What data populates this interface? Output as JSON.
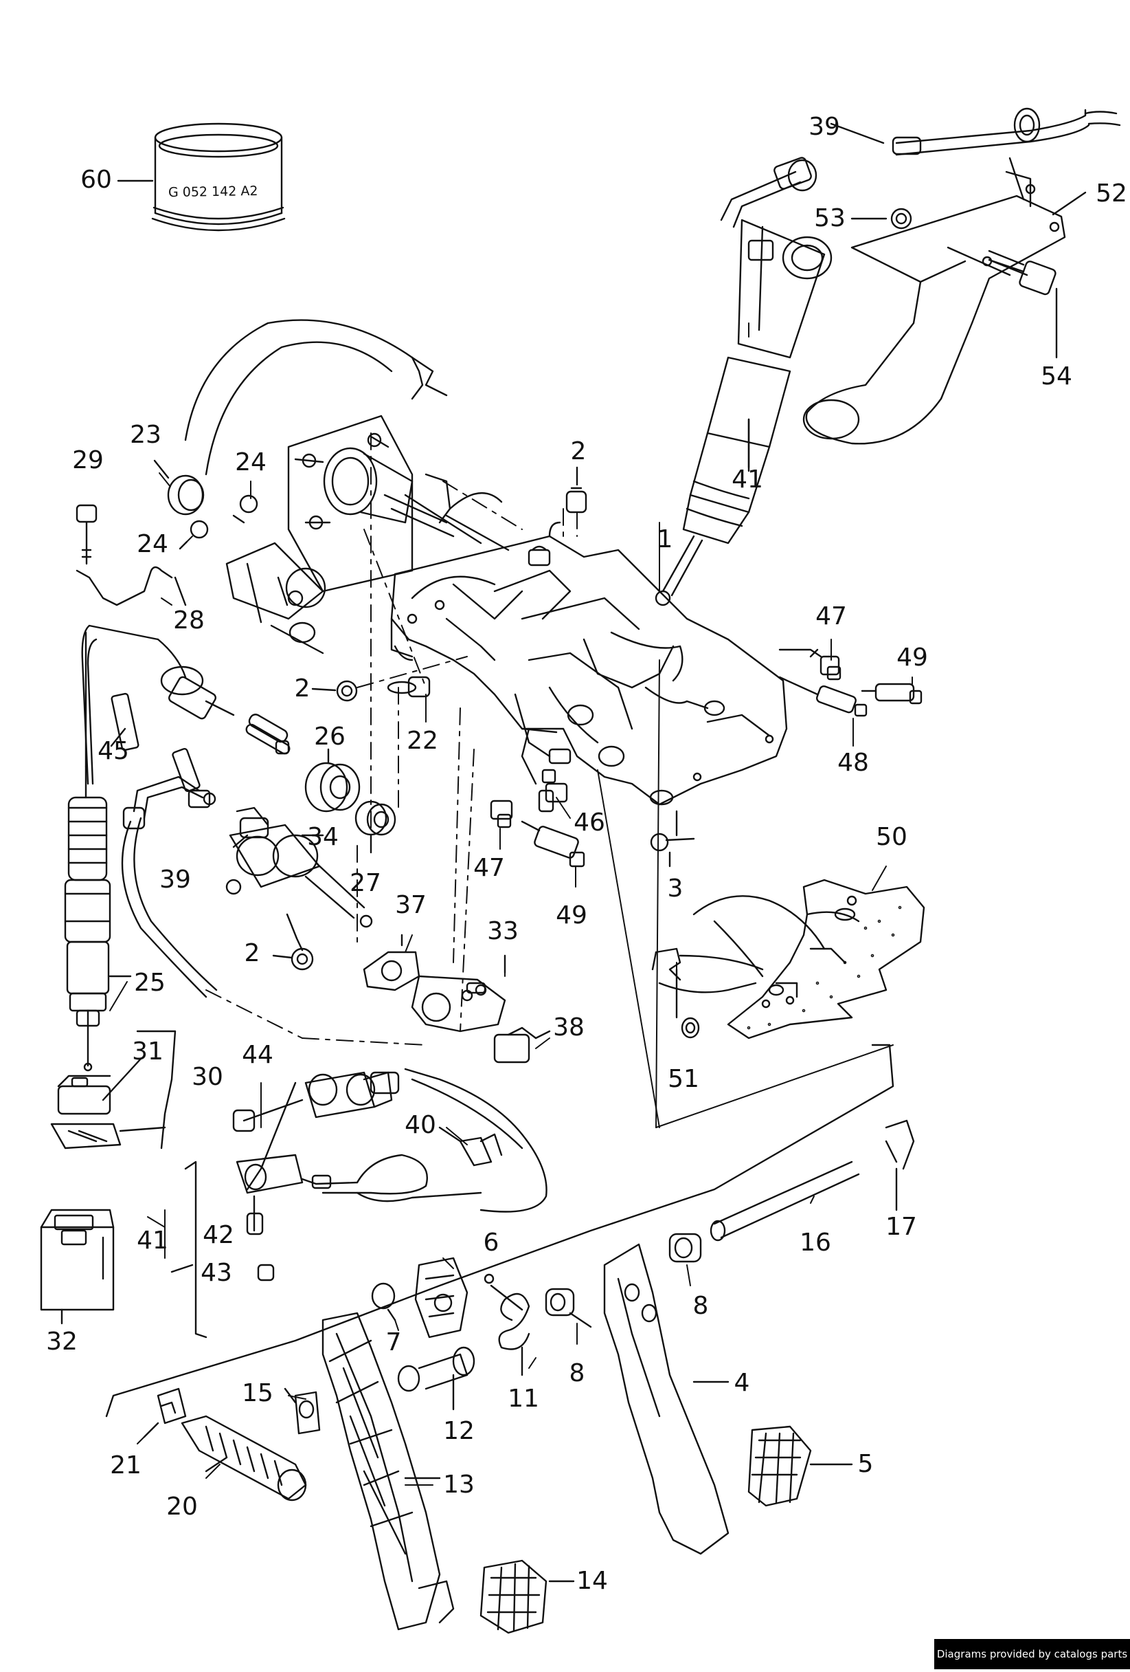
{
  "diagram": {
    "stamp_text": "G 052 142 A2",
    "footer": "Diagrams provided by catalogs parts",
    "callouts": [
      {
        "id": "c60",
        "text": "60"
      },
      {
        "id": "c39a",
        "text": "39"
      },
      {
        "id": "c52",
        "text": "52"
      },
      {
        "id": "c53",
        "text": "53"
      },
      {
        "id": "c54",
        "text": "54"
      },
      {
        "id": "c41a",
        "text": "41"
      },
      {
        "id": "c23",
        "text": "23"
      },
      {
        "id": "c29",
        "text": "29"
      },
      {
        "id": "c24a",
        "text": "24"
      },
      {
        "id": "c24b",
        "text": "24"
      },
      {
        "id": "c28",
        "text": "28"
      },
      {
        "id": "c2a",
        "text": "2"
      },
      {
        "id": "c1",
        "text": "1"
      },
      {
        "id": "c2b",
        "text": "2"
      },
      {
        "id": "c22",
        "text": "22"
      },
      {
        "id": "c47a",
        "text": "47"
      },
      {
        "id": "c49a",
        "text": "49"
      },
      {
        "id": "c48",
        "text": "48"
      },
      {
        "id": "c45",
        "text": "45"
      },
      {
        "id": "c26",
        "text": "26"
      },
      {
        "id": "c46",
        "text": "46"
      },
      {
        "id": "c47b",
        "text": "47"
      },
      {
        "id": "c39b",
        "text": "39"
      },
      {
        "id": "c34",
        "text": "34"
      },
      {
        "id": "c27",
        "text": "27"
      },
      {
        "id": "c3",
        "text": "3"
      },
      {
        "id": "c49b",
        "text": "49"
      },
      {
        "id": "c50",
        "text": "50"
      },
      {
        "id": "c37",
        "text": "37"
      },
      {
        "id": "c33",
        "text": "33"
      },
      {
        "id": "c2c",
        "text": "2"
      },
      {
        "id": "c25",
        "text": "25"
      },
      {
        "id": "c38",
        "text": "38"
      },
      {
        "id": "c51",
        "text": "51"
      },
      {
        "id": "c31",
        "text": "31"
      },
      {
        "id": "c30",
        "text": "30"
      },
      {
        "id": "c44",
        "text": "44"
      },
      {
        "id": "c40",
        "text": "40"
      },
      {
        "id": "c17",
        "text": "17"
      },
      {
        "id": "c16",
        "text": "16"
      },
      {
        "id": "c41b",
        "text": "41"
      },
      {
        "id": "c42",
        "text": "42"
      },
      {
        "id": "c43",
        "text": "43"
      },
      {
        "id": "c6",
        "text": "6"
      },
      {
        "id": "c8a",
        "text": "8"
      },
      {
        "id": "c32",
        "text": "32"
      },
      {
        "id": "c7",
        "text": "7"
      },
      {
        "id": "c11",
        "text": "11"
      },
      {
        "id": "c8b",
        "text": "8"
      },
      {
        "id": "c4",
        "text": "4"
      },
      {
        "id": "c15",
        "text": "15"
      },
      {
        "id": "c12",
        "text": "12"
      },
      {
        "id": "c21",
        "text": "21"
      },
      {
        "id": "c13",
        "text": "13"
      },
      {
        "id": "c5",
        "text": "5"
      },
      {
        "id": "c20",
        "text": "20"
      },
      {
        "id": "c14",
        "text": "14"
      }
    ]
  }
}
